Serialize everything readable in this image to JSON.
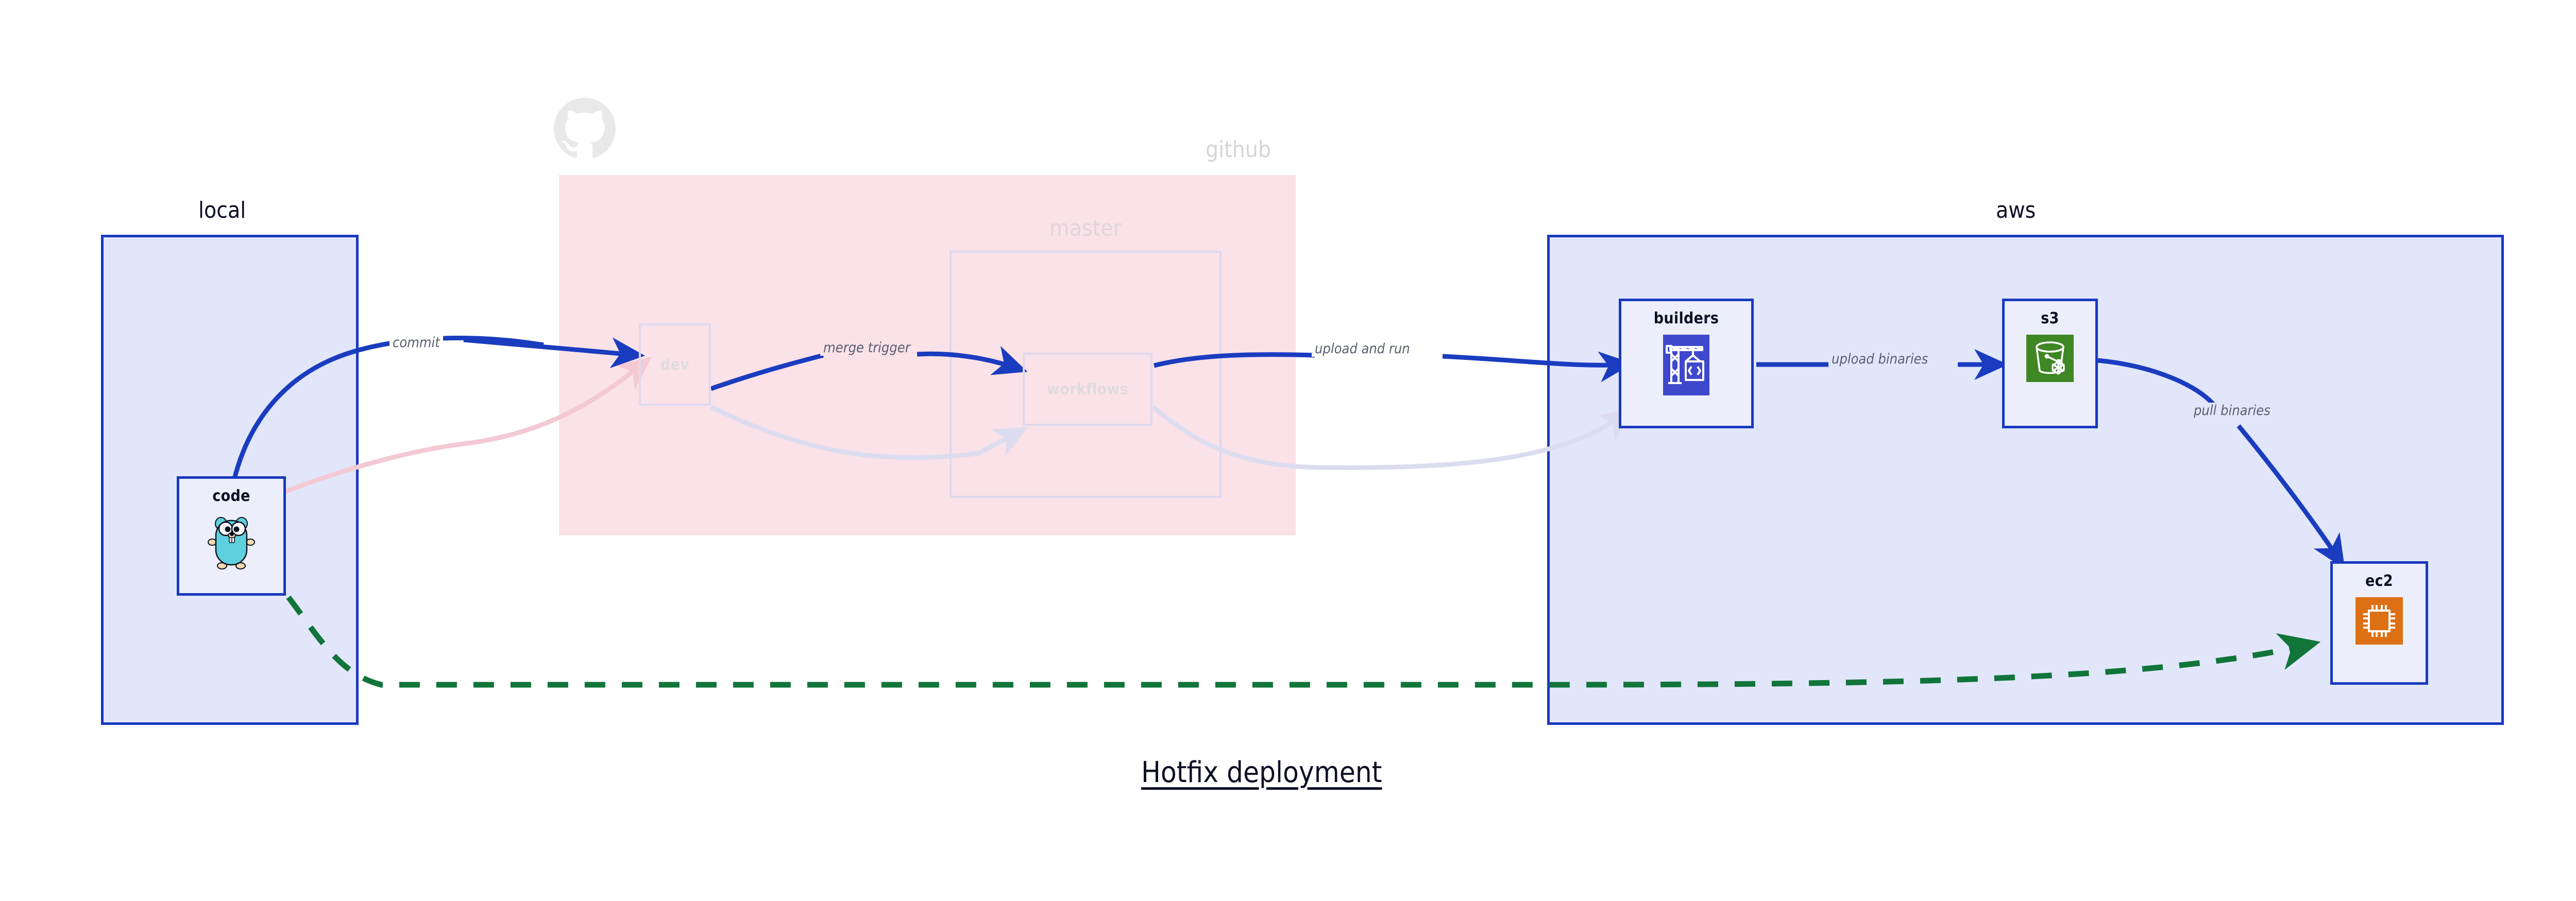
{
  "diagram": {
    "title": "Hotfix deployment",
    "type": "flow-architecture"
  },
  "clusters": [
    {
      "id": "local",
      "label": "local",
      "style": "blue"
    },
    {
      "id": "github",
      "label": "github",
      "style": "pink-faded"
    },
    {
      "id": "master",
      "label": "master",
      "style": "ghost-box"
    },
    {
      "id": "aws",
      "label": "aws",
      "style": "blue"
    }
  ],
  "nodes": [
    {
      "id": "code",
      "label": "code",
      "icon": "go-gopher-icon",
      "state": "active"
    },
    {
      "id": "dev",
      "label": "dev",
      "icon": "none",
      "state": "faded"
    },
    {
      "id": "workflows",
      "label": "workflows",
      "icon": "none",
      "state": "faded"
    },
    {
      "id": "builders",
      "label": "builders",
      "icon": "aws-codebuild-icon",
      "state": "active"
    },
    {
      "id": "s3",
      "label": "s3",
      "icon": "aws-s3-glacier-icon",
      "state": "active"
    },
    {
      "id": "ec2",
      "label": "ec2",
      "icon": "aws-ec2-icon",
      "state": "active"
    }
  ],
  "edges": [
    {
      "from": "code",
      "to": "dev",
      "label": "commit",
      "style": "solid-blue"
    },
    {
      "from": "dev",
      "to": "workflows",
      "label": "merge trigger",
      "style": "solid-blue"
    },
    {
      "from": "workflows",
      "to": "builders",
      "label": "upload and run",
      "style": "solid-blue"
    },
    {
      "from": "builders",
      "to": "s3",
      "label": "upload binaries",
      "style": "solid-blue"
    },
    {
      "from": "s3",
      "to": "ec2",
      "label": "pull binaries",
      "style": "solid-blue"
    },
    {
      "from": "code",
      "to": "ec2",
      "label": "",
      "style": "dashed-green"
    },
    {
      "from": "code",
      "to": "dev",
      "label": "",
      "style": "faded-pink"
    },
    {
      "from": "dev",
      "to": "workflows",
      "label": "",
      "style": "faded-lavender"
    },
    {
      "from": "workflows",
      "to": "builders",
      "label": "",
      "style": "faded-lavender"
    }
  ],
  "colors": {
    "cluster_blue_fill": "#e2e6fb",
    "cluster_blue_border": "#1939bf",
    "cluster_pink_fill": "#fae2e8",
    "node_fill": "#eceffb",
    "edge_blue": "#1a3cbf",
    "edge_green": "#11753a",
    "label_text": "#5a5f6e",
    "title_text": "#0d1025",
    "codebuild_purple": "#3f48cc",
    "s3_green": "#3f8624",
    "ec2_orange": "#dd7014",
    "gopher_teal": "#5fd0dd"
  }
}
